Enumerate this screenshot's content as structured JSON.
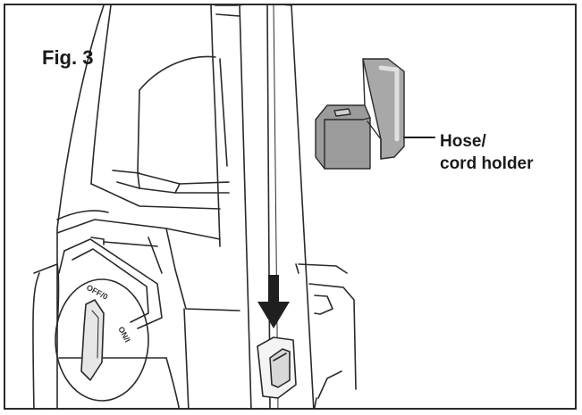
{
  "figure": {
    "label": "Fig. 3",
    "callout": {
      "line1": "Hose/",
      "line2": "cord holder"
    },
    "switch": {
      "off": "OFF/0",
      "on": "ON/I"
    }
  },
  "colors": {
    "stroke": "#2a2a2a",
    "holder_fill": "#9b9b9b",
    "arrow": "#1f1f1f"
  }
}
